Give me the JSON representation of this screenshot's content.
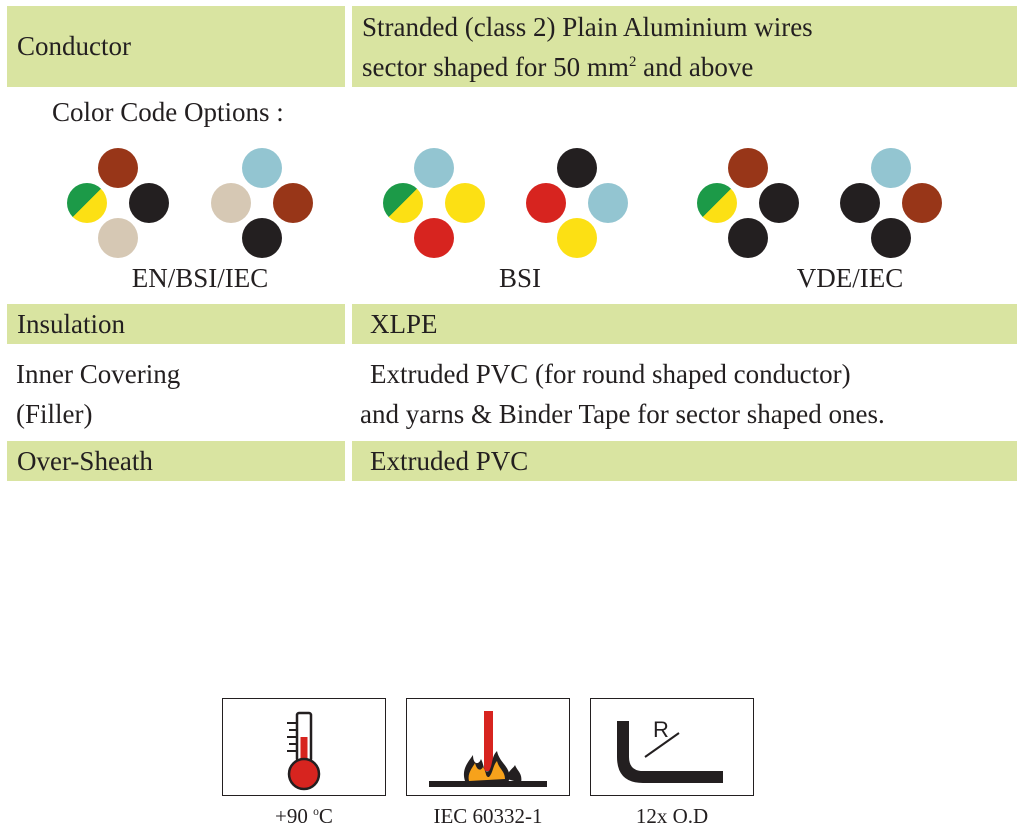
{
  "specs": {
    "conductor": {
      "label": "Conductor",
      "line1": "Stranded (class 2) Plain Aluminium wires",
      "line2_pre": "sector shaped for 50 mm",
      "line2_sup": "2",
      "line2_post": " and above"
    },
    "color_code_title": "Color Code Options :",
    "insulation": {
      "label": "Insulation",
      "value": "XLPE"
    },
    "inner_covering": {
      "label_line1": "Inner Covering",
      "label_line2": "(Filler)",
      "value_line1": "Extruded PVC (for round shaped conductor)",
      "value_line2": "and yarns & Binder Tape for sector shaped ones."
    },
    "over_sheath": {
      "label": "Over-Sheath",
      "value": "Extruded PVC"
    }
  },
  "color_options": [
    {
      "standard": "EN/BSI/IEC",
      "sets": [
        {
          "top": "brown",
          "left": "green-yellow",
          "right": "black",
          "bottom": "grey"
        },
        {
          "top": "blue",
          "left": "grey",
          "right": "brown",
          "bottom": "black"
        }
      ]
    },
    {
      "standard": "BSI",
      "sets": [
        {
          "top": "blue",
          "left": "green-yellow",
          "right": "yellow",
          "bottom": "red"
        },
        {
          "top": "black",
          "left": "red",
          "right": "blue",
          "bottom": "yellow"
        }
      ]
    },
    {
      "standard": "VDE/IEC",
      "sets": [
        {
          "top": "brown",
          "left": "green-yellow",
          "right": "black",
          "bottom": "black"
        },
        {
          "top": "blue",
          "left": "black",
          "right": "brown",
          "bottom": "black"
        }
      ]
    }
  ],
  "palette": {
    "brown": "#983618",
    "black": "#231f20",
    "grey": "#d6c8b4",
    "blue": "#93c5d1",
    "red": "#d7241f",
    "yellow": "#fce014",
    "green": "#1c9a48",
    "band": "#d9e4a1"
  },
  "properties": [
    {
      "icon": "thermometer-icon",
      "caption_pre": "+90 ",
      "caption_sup": "o",
      "caption_post": "C"
    },
    {
      "icon": "flame-test-icon",
      "caption": "IEC 60332-1"
    },
    {
      "icon": "bending-radius-icon",
      "caption": "12x O.D"
    }
  ]
}
